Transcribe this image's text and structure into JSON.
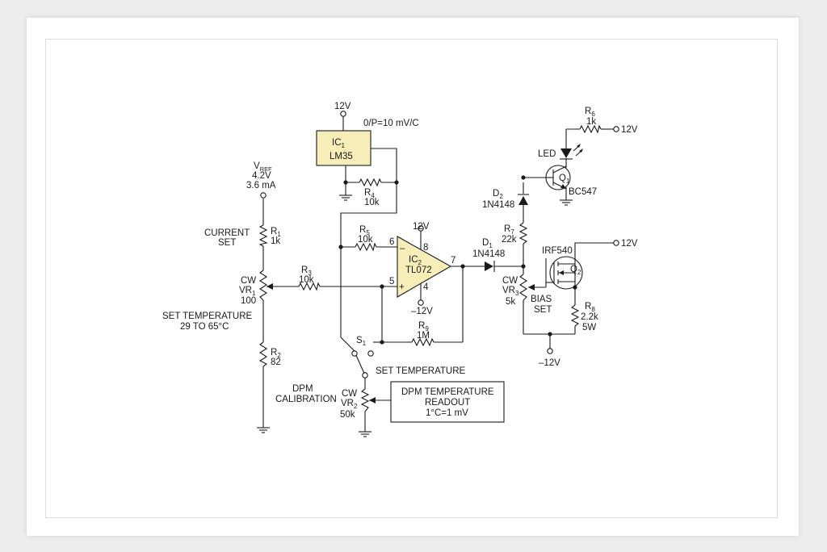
{
  "colors": {
    "ic_fill": "#f6edb8",
    "wire": "#1a1a1a",
    "background": "#ffffff"
  },
  "labels": {
    "ic1_vcc": "12V",
    "ic1_name": "IC",
    "ic1_sub": "1",
    "ic1_part": "LM35",
    "ic1_output": "0/P=10 mV/C",
    "r4_name": "R",
    "r4_sub": "4",
    "r4_value": "10k",
    "vref_name": "V",
    "vref_sub": "REF",
    "vref_voltage": "4.2V",
    "vref_current": "3.6 mA",
    "current_set_1": "CURRENT",
    "current_set_2": "SET",
    "r1_name": "R",
    "r1_sub": "1",
    "r1_value": "1k",
    "vr1_cw": "CW",
    "vr1_name": "VR",
    "vr1_sub": "1",
    "vr1_value": "100",
    "r3_name": "R",
    "r3_sub": "3",
    "r3_value": "10k",
    "set_temp_1": "SET TEMPERATURE",
    "set_temp_2": "29 TO 65°C",
    "r2_name": "R",
    "r2_sub": "2",
    "r2_value": "82",
    "r5_name": "R",
    "r5_sub": "5",
    "r5_value": "10k",
    "ic2_vcc": "12V",
    "ic2_vee": "–12V",
    "ic2_name": "IC",
    "ic2_sub": "2",
    "ic2_part": "TL072",
    "pin6": "6",
    "pin8": "8",
    "pin7": "7",
    "pin5": "5",
    "pin4": "4",
    "minus": "–",
    "plus": "+",
    "r9_name": "R",
    "r9_sub": "9",
    "r9_value": "1M",
    "s1_name": "S",
    "s1_sub": "1",
    "set_temp_switch": "SET TEMPERATURE",
    "dpm_cal_1": "DPM",
    "dpm_cal_2": "CALIBRATION",
    "vr2_cw": "CW",
    "vr2_name": "VR",
    "vr2_sub": "2",
    "vr2_value": "50k",
    "dpm_box_1": "DPM TEMPERATURE",
    "dpm_box_2": "READOUT",
    "dpm_box_3": "1°C=1 mV",
    "d1_name": "D",
    "d1_sub": "1",
    "d1_part": "1N4148",
    "d2_name": "D",
    "d2_sub": "2",
    "d2_part": "1N4148",
    "r7_name": "R",
    "r7_sub": "7",
    "r7_value": "22k",
    "vr3_cw": "CW",
    "vr3_name": "VR",
    "vr3_sub": "3",
    "vr3_value": "5k",
    "bias_set_1": "BIAS",
    "bias_set_2": "SET",
    "led": "LED",
    "r6_name": "R",
    "r6_sub": "6",
    "r6_value": "1k",
    "r6_supply": "12V",
    "q1_name": "Q",
    "q1_sub": "1",
    "q1_part": "BC547",
    "q2_part": "IRF540",
    "q2_name": "Q",
    "q2_sub": "2",
    "q2_supply": "12V",
    "r8_name": "R",
    "r8_sub": "8",
    "r8_value": "2.2k",
    "r8_power": "5W",
    "neg_supply": "–12V"
  }
}
